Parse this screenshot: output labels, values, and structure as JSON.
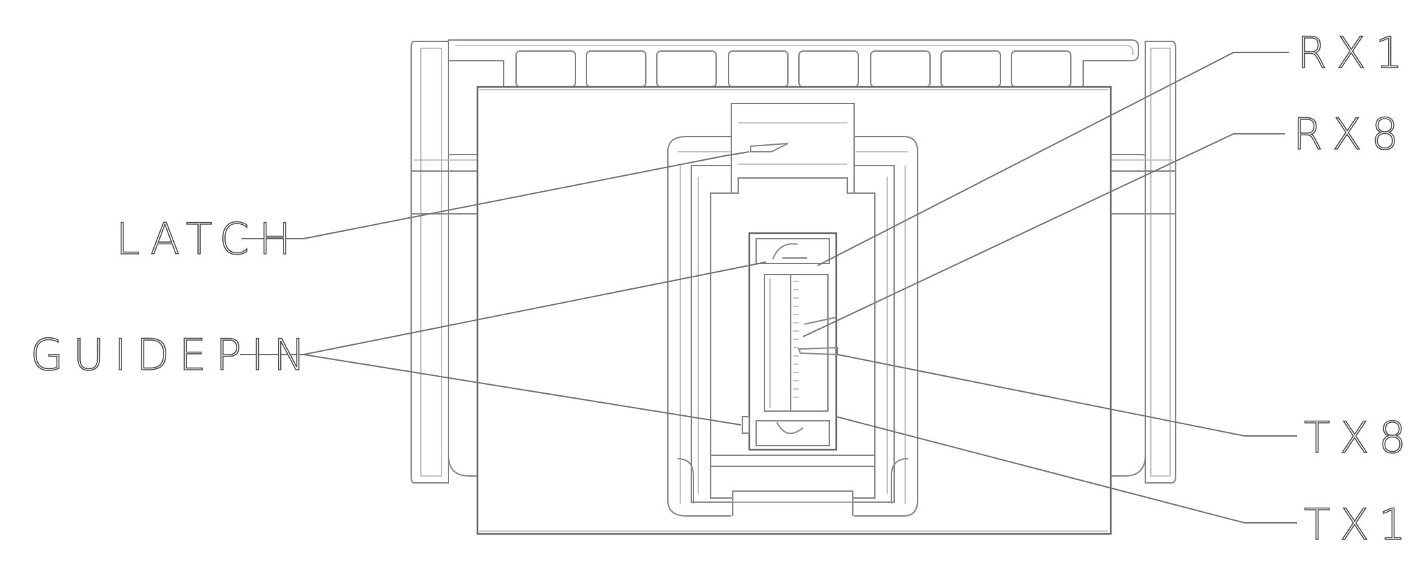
{
  "callouts": {
    "latch": "LATCH",
    "guidepin": "GUIDEPIN",
    "rx1": "RX1",
    "rx8": "RX8",
    "tx8": "TX8",
    "tx1": "TX1"
  }
}
